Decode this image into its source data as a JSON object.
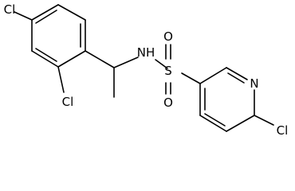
{
  "molecule": {
    "atoms": {
      "cl_top": "Cl",
      "cl_ortho": "Cl",
      "nh": "NH",
      "sulfur": "S",
      "oxygen_top": "O",
      "oxygen_bottom": "O",
      "nitrogen_ring": "N",
      "cl_pyridine": "Cl"
    }
  }
}
